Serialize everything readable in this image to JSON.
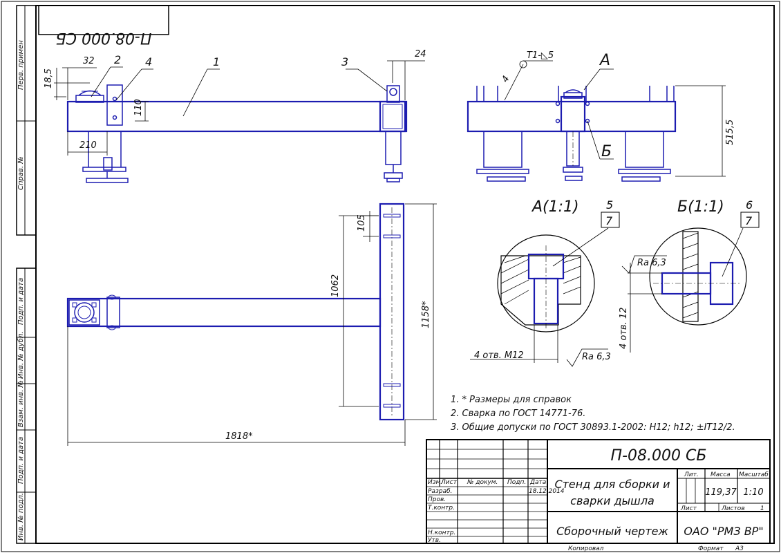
{
  "drawing": {
    "stamp_mirrored": "П-08.000 СБ",
    "side_columns": [
      "Перв. примен",
      "Справ. №",
      "Подп. и дата",
      "Инв. № дубл.",
      "Взам. инв. №",
      "Подп. и дата",
      "Инв. № подл."
    ],
    "callouts": [
      "1",
      "2",
      "3",
      "4",
      "5",
      "6",
      "7",
      "7"
    ],
    "weld_symbol": "Т1-◺5",
    "weld_leader": "4",
    "view_a": "А",
    "view_b": "Б",
    "section_a": "А(1:1)",
    "section_b": "Б(1:1)",
    "dims": {
      "d32": "32",
      "d18_5": "18,5",
      "d24": "24",
      "d110": "110",
      "d210": "210",
      "d515_5": "515,5",
      "d105": "105",
      "d1062": "1062",
      "d1158": "1158*",
      "d1818": "1818*",
      "holes_a": "4 отв. M12",
      "holes_b": "4 отв. 12",
      "ra_a": "Ra 6,3",
      "ra_b": "Ra 6,3"
    },
    "notes": [
      "1.  * Размеры для справок",
      "2. Сварка по ГОСТ 14771-76.",
      "3. Общие допуски по ГОСТ 30893.1-2002: H12; h12; ±IT12/2."
    ]
  },
  "title_block": {
    "designation": "П-08.000 СБ",
    "name_line1": "Стенд для сборки и",
    "name_line2": "сварки дышла",
    "doc_type": "Сборочный чертеж",
    "company": "ОАО \"РМЗ ВР\"",
    "headers": [
      "Изм.",
      "Лист",
      "№ докум.",
      "Подп.",
      "Дата"
    ],
    "roles": [
      "Разраб.",
      "Пров.",
      "Т.контр.",
      "Н.контр.",
      "Утв."
    ],
    "date": "18.12.2014",
    "lit_label": "Лит.",
    "mass_label": "Масса",
    "scale_label": "Масштаб",
    "mass": "119,37",
    "scale": "1:10",
    "sheet_label": "Лист",
    "sheets_label": "Листов",
    "sheets": "1",
    "copied": "Копировал",
    "format_label": "Формат",
    "format": "А3"
  }
}
